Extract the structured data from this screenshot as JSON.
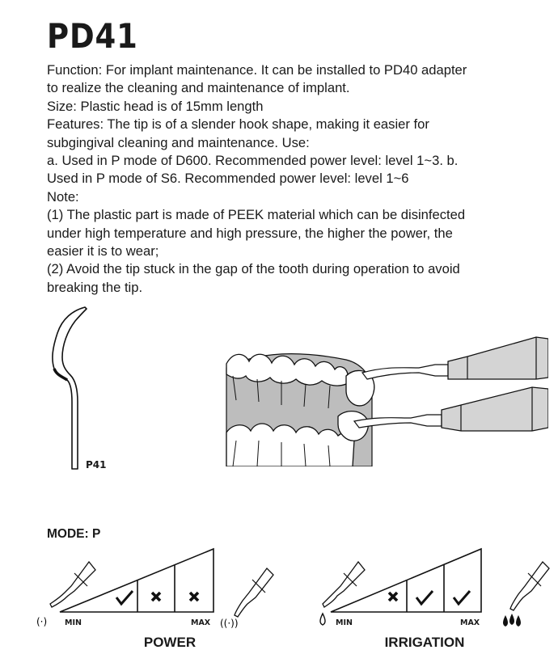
{
  "title": "PD41",
  "lines": [
    "Function: For implant maintenance. It can be installed to PD40 adapter",
    "to realize the cleaning and maintenance of implant.",
    "Size: Plastic head is of 15mm length",
    "Features: The tip is of a slender hook shape, making it easier for",
    "subgingival cleaning and maintenance. Use:",
    "a. Used in P mode of D600. Recommended power level: level 1~3. b.",
    "Used in P mode of S6. Recommended power level: level 1~6",
    "Note:",
    "(1) The plastic part is made of PEEK material which can be disinfected",
    "under high temperature and high pressure, the higher the power, the",
    "easier it is to wear;",
    "(2) Avoid the tip stuck in the gap of the tooth during operation to avoid",
    "breaking the tip."
  ],
  "tip_label": "P41",
  "mode_label": "MODE: P",
  "power": {
    "caption": "POWER",
    "min_label": "MIN",
    "max_label": "MAX",
    "cells": [
      "check",
      "cross",
      "cross"
    ]
  },
  "irrigation": {
    "caption": "IRRIGATION",
    "min_label": "MIN",
    "max_label": "MAX",
    "cells": [
      "cross",
      "check",
      "check"
    ]
  }
}
